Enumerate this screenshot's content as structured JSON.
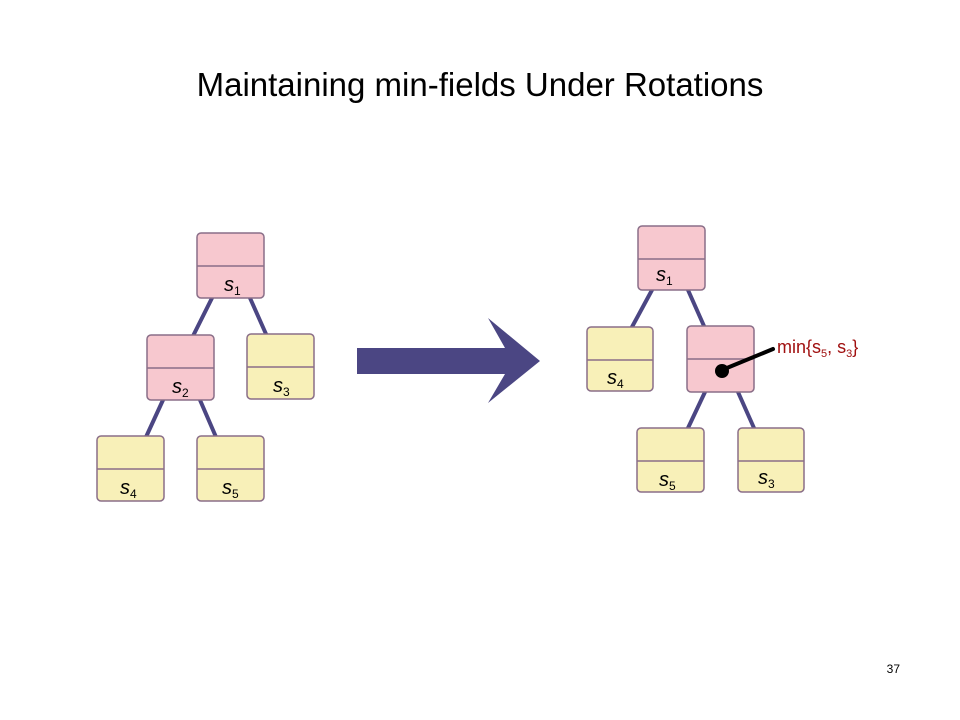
{
  "slide": {
    "title": "Maintaining min-fields Under Rotations",
    "page_number": "37"
  },
  "colors": {
    "pink_node": "#f7c8cf",
    "yellow_node": "#f8f0b8",
    "edge": "#4b4683",
    "arrow": "#4b4683",
    "annotation": "#a01010"
  },
  "left_tree": {
    "nodes": [
      {
        "id": "L1",
        "var": "s",
        "sub": "1",
        "color": "pink"
      },
      {
        "id": "L2",
        "var": "s",
        "sub": "2",
        "color": "pink"
      },
      {
        "id": "L3",
        "var": "s",
        "sub": "3",
        "color": "yellow"
      },
      {
        "id": "L4",
        "var": "s",
        "sub": "4",
        "color": "yellow"
      },
      {
        "id": "L5",
        "var": "s",
        "sub": "5",
        "color": "yellow"
      }
    ]
  },
  "right_tree": {
    "nodes": [
      {
        "id": "R1",
        "var": "s",
        "sub": "1",
        "color": "pink"
      },
      {
        "id": "R4",
        "var": "s",
        "sub": "4",
        "color": "yellow"
      },
      {
        "id": "RX",
        "var": "",
        "sub": "",
        "color": "pink"
      },
      {
        "id": "R5",
        "var": "s",
        "sub": "5",
        "color": "yellow"
      },
      {
        "id": "R3",
        "var": "s",
        "sub": "3",
        "color": "yellow"
      }
    ]
  },
  "annotation": {
    "prefix": "min{s",
    "sub_a": "5",
    "middle": ", s",
    "sub_b": "3",
    "suffix": "}"
  }
}
